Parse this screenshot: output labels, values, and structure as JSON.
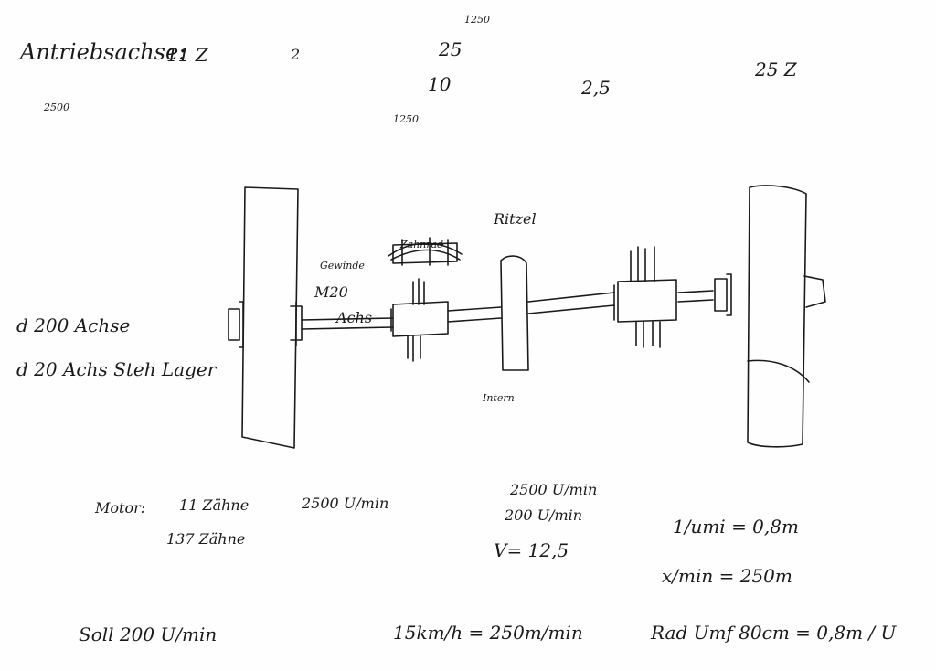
{
  "notes": {
    "heading": "Antriebsachse:",
    "heading_teeth": "11 Z",
    "small_2500_top": "2500",
    "ratio_2": "2",
    "top_1250": "1250",
    "top_25": "25",
    "top_10": "10",
    "mid_1250": "1250",
    "ratio_2_5": "2,5",
    "teeth_25z": "25 Z",
    "wheel_diameter": "d 200 Achse",
    "axle_bearing": "d 20 Achs Steh Lager",
    "motor_label": "Motor:",
    "motor_teeth": "11 Zähne",
    "motor_rpm": "2500 U/min",
    "teeth_137": "137 Zähne",
    "calc_rpm_2500": "2500 U/min",
    "calc_rpm_200": "200 U/min",
    "calc_v": "V= 12,5",
    "circumference_per_rev": "1/umi = 0,8m",
    "distance_per_min": "x/min = 250m",
    "target_rpm": "Soll 200 U/min",
    "speed": "15km/h = 250m/min",
    "wheel_circ": "Rad Umf 80cm = 0,8m / U"
  },
  "diagram": {
    "label_thread": "Gewinde",
    "label_m20": "M20",
    "label_achs": "Achs",
    "label_ritzel": "Ritzel",
    "label_gear_strike": "Zahnrad",
    "label_intern": "Intern"
  }
}
